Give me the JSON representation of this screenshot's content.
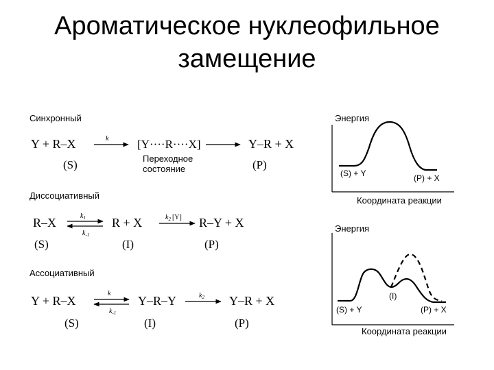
{
  "slide": {
    "title_line1": "Ароматическое нуклеофильное",
    "title_line2": "замещение"
  },
  "sync": {
    "heading": "Синхронный",
    "reactants": "Y  +  R–X",
    "k": "k",
    "ts": "[Y····R····X]",
    "products": "Y–R  +  X",
    "S": "(S)",
    "ts_label1": "Переходное",
    "ts_label2": "состояние",
    "P": "(P)"
  },
  "diss": {
    "heading": "Диссоциативный",
    "reactant": "R–X",
    "k1": "k",
    "k1_sub": "1",
    "km1": "k",
    "km1_sub": "-1",
    "intermediate": "R  +  X",
    "k2": "k",
    "k2_sub": "2",
    "k2_extra": "[Y]",
    "products": "R–Y  +  X",
    "S": "(S)",
    "I": "(I)",
    "P": "(P)"
  },
  "assoc": {
    "heading": "Ассоциативный",
    "reactants": "Y  +  R–X",
    "k": "k",
    "km": "k",
    "km_sub": "-1",
    "intermediate": "Y–R–Y",
    "k2": "k",
    "k2_sub": "2",
    "products": "Y–R  +  X",
    "S": "(S)",
    "I": "(I)",
    "P": "(P)"
  },
  "plot1": {
    "ylabel": "Энергия",
    "xlabel": "Координата реакции",
    "start": "(S) + Y",
    "end": "(P) + X"
  },
  "plot2": {
    "ylabel": "Энергия",
    "xlabel": "Координата реакции",
    "start": "(S) + Y",
    "mid": "(I)",
    "end": "(P) + X"
  }
}
